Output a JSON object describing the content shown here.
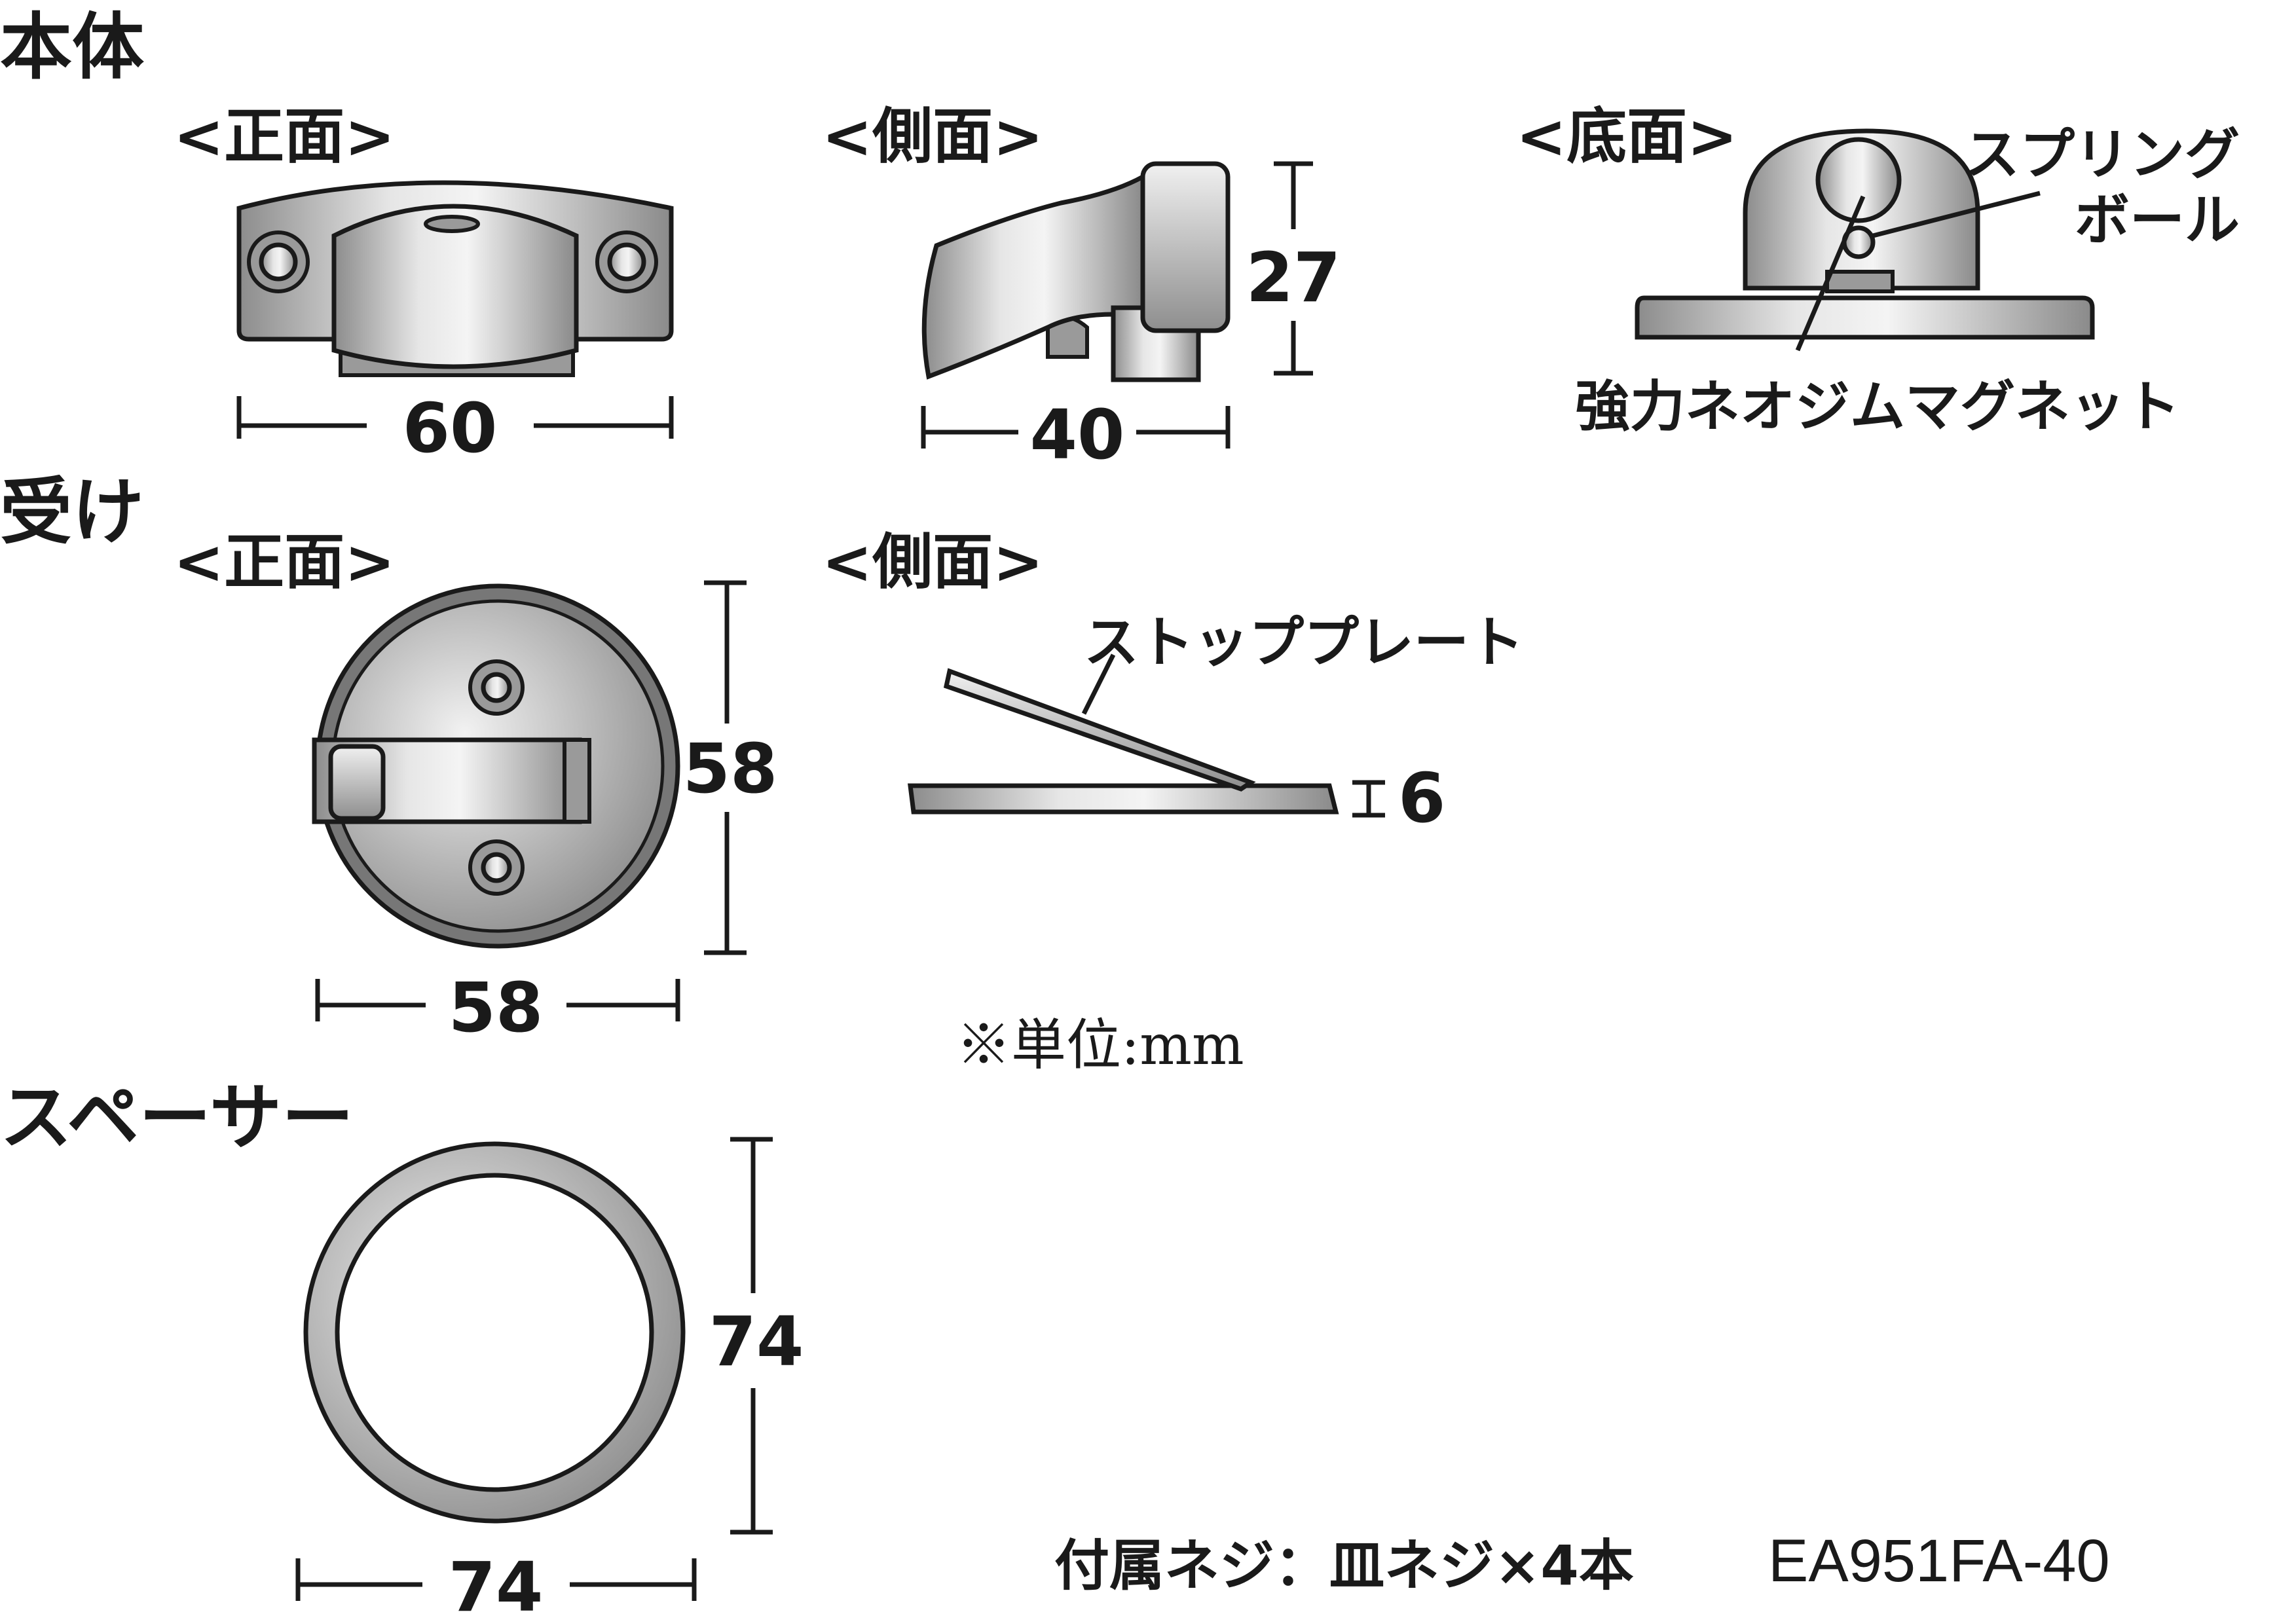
{
  "sections": {
    "body_title": "本体",
    "receiver_title": "受け",
    "spacer_title": "スペーサー"
  },
  "views": {
    "front": "<正面>",
    "side": "<側面>",
    "bottom": "<底面>"
  },
  "dimensions": {
    "body_width": "60",
    "body_side_width": "40",
    "body_height": "27",
    "receiver_height": "58",
    "receiver_width": "58",
    "plate_thickness": "6",
    "spacer_height": "74",
    "spacer_width": "74"
  },
  "labels": {
    "spring_ball_line1": "スプリング",
    "spring_ball_line2": "ボール",
    "magnet": "強力ネオジムマグネット",
    "stop_plate": "ストッププレート"
  },
  "notes": {
    "unit": "※単位:mm",
    "screws": "付属ネジ：皿ネジ×4本",
    "model_code": "EA951FA-40"
  }
}
